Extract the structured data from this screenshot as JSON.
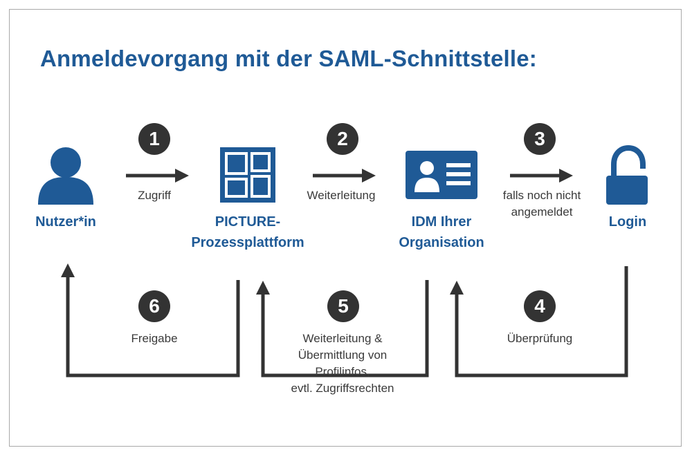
{
  "title": "Anmeldevorgang mit der SAML-Schnittstelle:",
  "nodes": {
    "user": "Nutzer*in",
    "platform_line1": "PICTURE-",
    "platform_line2": "Prozessplattform",
    "idm_line1": "IDM Ihrer",
    "idm_line2": "Organisation",
    "login": "Login"
  },
  "steps": [
    {
      "num": "1",
      "label": "Zugriff"
    },
    {
      "num": "2",
      "label": "Weiterleitung"
    },
    {
      "num": "3",
      "label_line1": "falls noch nicht",
      "label_line2": "angemeldet"
    },
    {
      "num": "4",
      "label": "Überprüfung"
    },
    {
      "num": "5",
      "label_line1": "Weiterleitung &",
      "label_line2": "Übermittlung von",
      "label_line3": "Profilinfos,",
      "label_line4": "evtl. Zugriffsrechten"
    },
    {
      "num": "6",
      "label": "Freigabe"
    }
  ],
  "icons": [
    "user-icon",
    "platform-logo-icon",
    "id-card-icon",
    "unlock-icon"
  ],
  "colors": {
    "brand_blue": "#1f5a96",
    "arrow_gray": "#333333",
    "text_gray": "#3a3a3a"
  }
}
